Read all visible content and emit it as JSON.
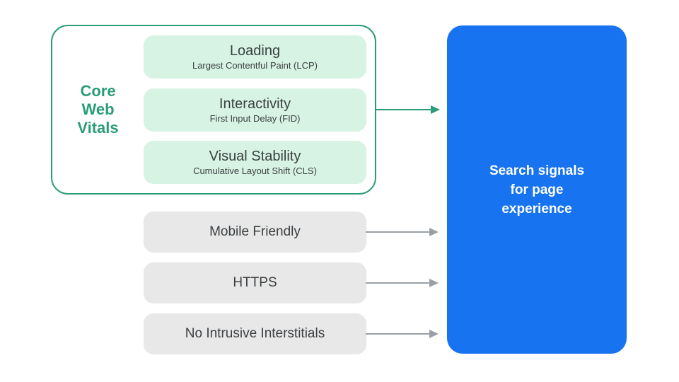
{
  "diagram": {
    "title": "Core Web Vitals and page experience signals diagram",
    "core_web_vitals": {
      "label": "Core\nWeb\nVitals",
      "items": [
        {
          "title": "Loading",
          "subtitle": "Largest Contentful Paint (LCP)"
        },
        {
          "title": "Interactivity",
          "subtitle": "First Input Delay (FID)"
        },
        {
          "title": "Visual Stability",
          "subtitle": "Cumulative Layout Shift (CLS)"
        }
      ]
    },
    "other_signals": [
      {
        "label": "Mobile Friendly"
      },
      {
        "label": "HTTPS"
      },
      {
        "label": "No Intrusive Interstitials"
      }
    ],
    "result": {
      "label": "Search signals\nfor page\nexperience"
    },
    "colors": {
      "green_accent": "#2a9d78",
      "green_light_fill": "#d6f3e4",
      "gray_fill": "#e8e8e8",
      "gray_arrow": "#9aa0a6",
      "blue_panel": "#1773f0",
      "dark_text": "#3c4043",
      "panel_text": "#ffffff",
      "background": "#ffffff"
    }
  }
}
